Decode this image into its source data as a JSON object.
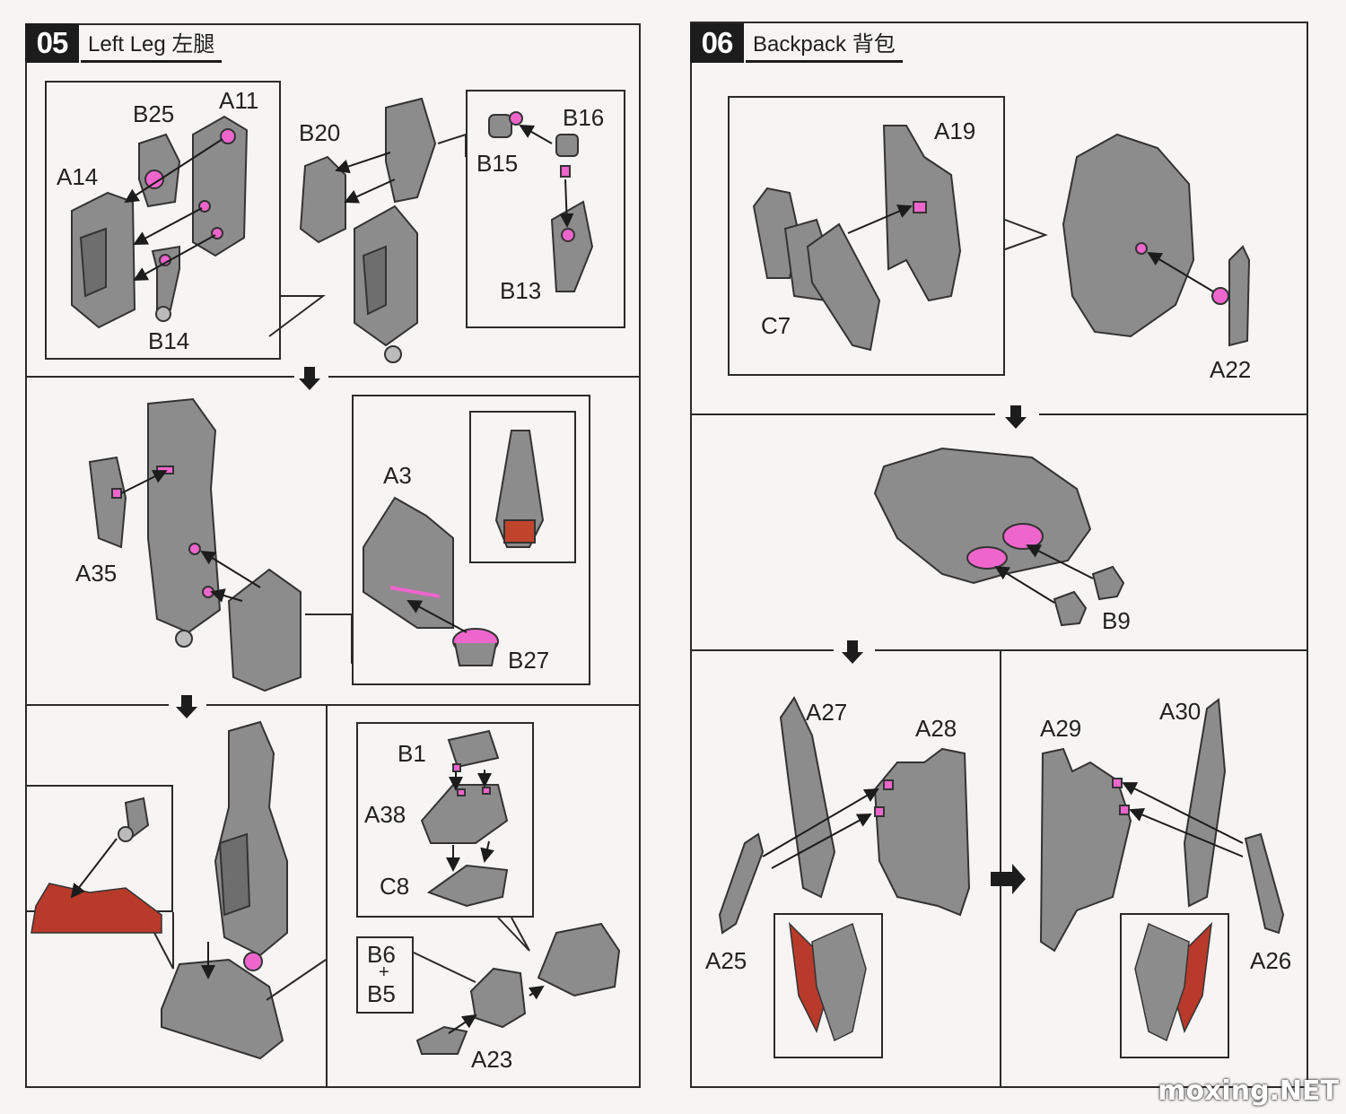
{
  "section05": {
    "number": "05",
    "title": "Left Leg 左腿"
  },
  "section06": {
    "number": "06",
    "title": "Backpack 背包"
  },
  "labels05": {
    "B25": "B25",
    "A11": "A11",
    "A14": "A14",
    "B14": "B14",
    "B20": "B20",
    "B15": "B15",
    "B16": "B16",
    "B13": "B13",
    "A35": "A35",
    "A3": "A3",
    "B27": "B27",
    "B1": "B1",
    "A38": "A38",
    "C8": "C8",
    "B6": "B6",
    "plus": "+",
    "B5": "B5",
    "A23": "A23"
  },
  "labels06": {
    "A19": "A19",
    "C7": "C7",
    "A22": "A22",
    "B9": "B9",
    "A27": "A27",
    "A28": "A28",
    "A25": "A25",
    "A29": "A29",
    "A30": "A30",
    "A26": "A26"
  },
  "watermark": "moxing.NET",
  "colors": {
    "part": "#8c8c8c",
    "part_dark": "#555555",
    "highlight": "#ee66cc",
    "red": "#b83a2a"
  }
}
